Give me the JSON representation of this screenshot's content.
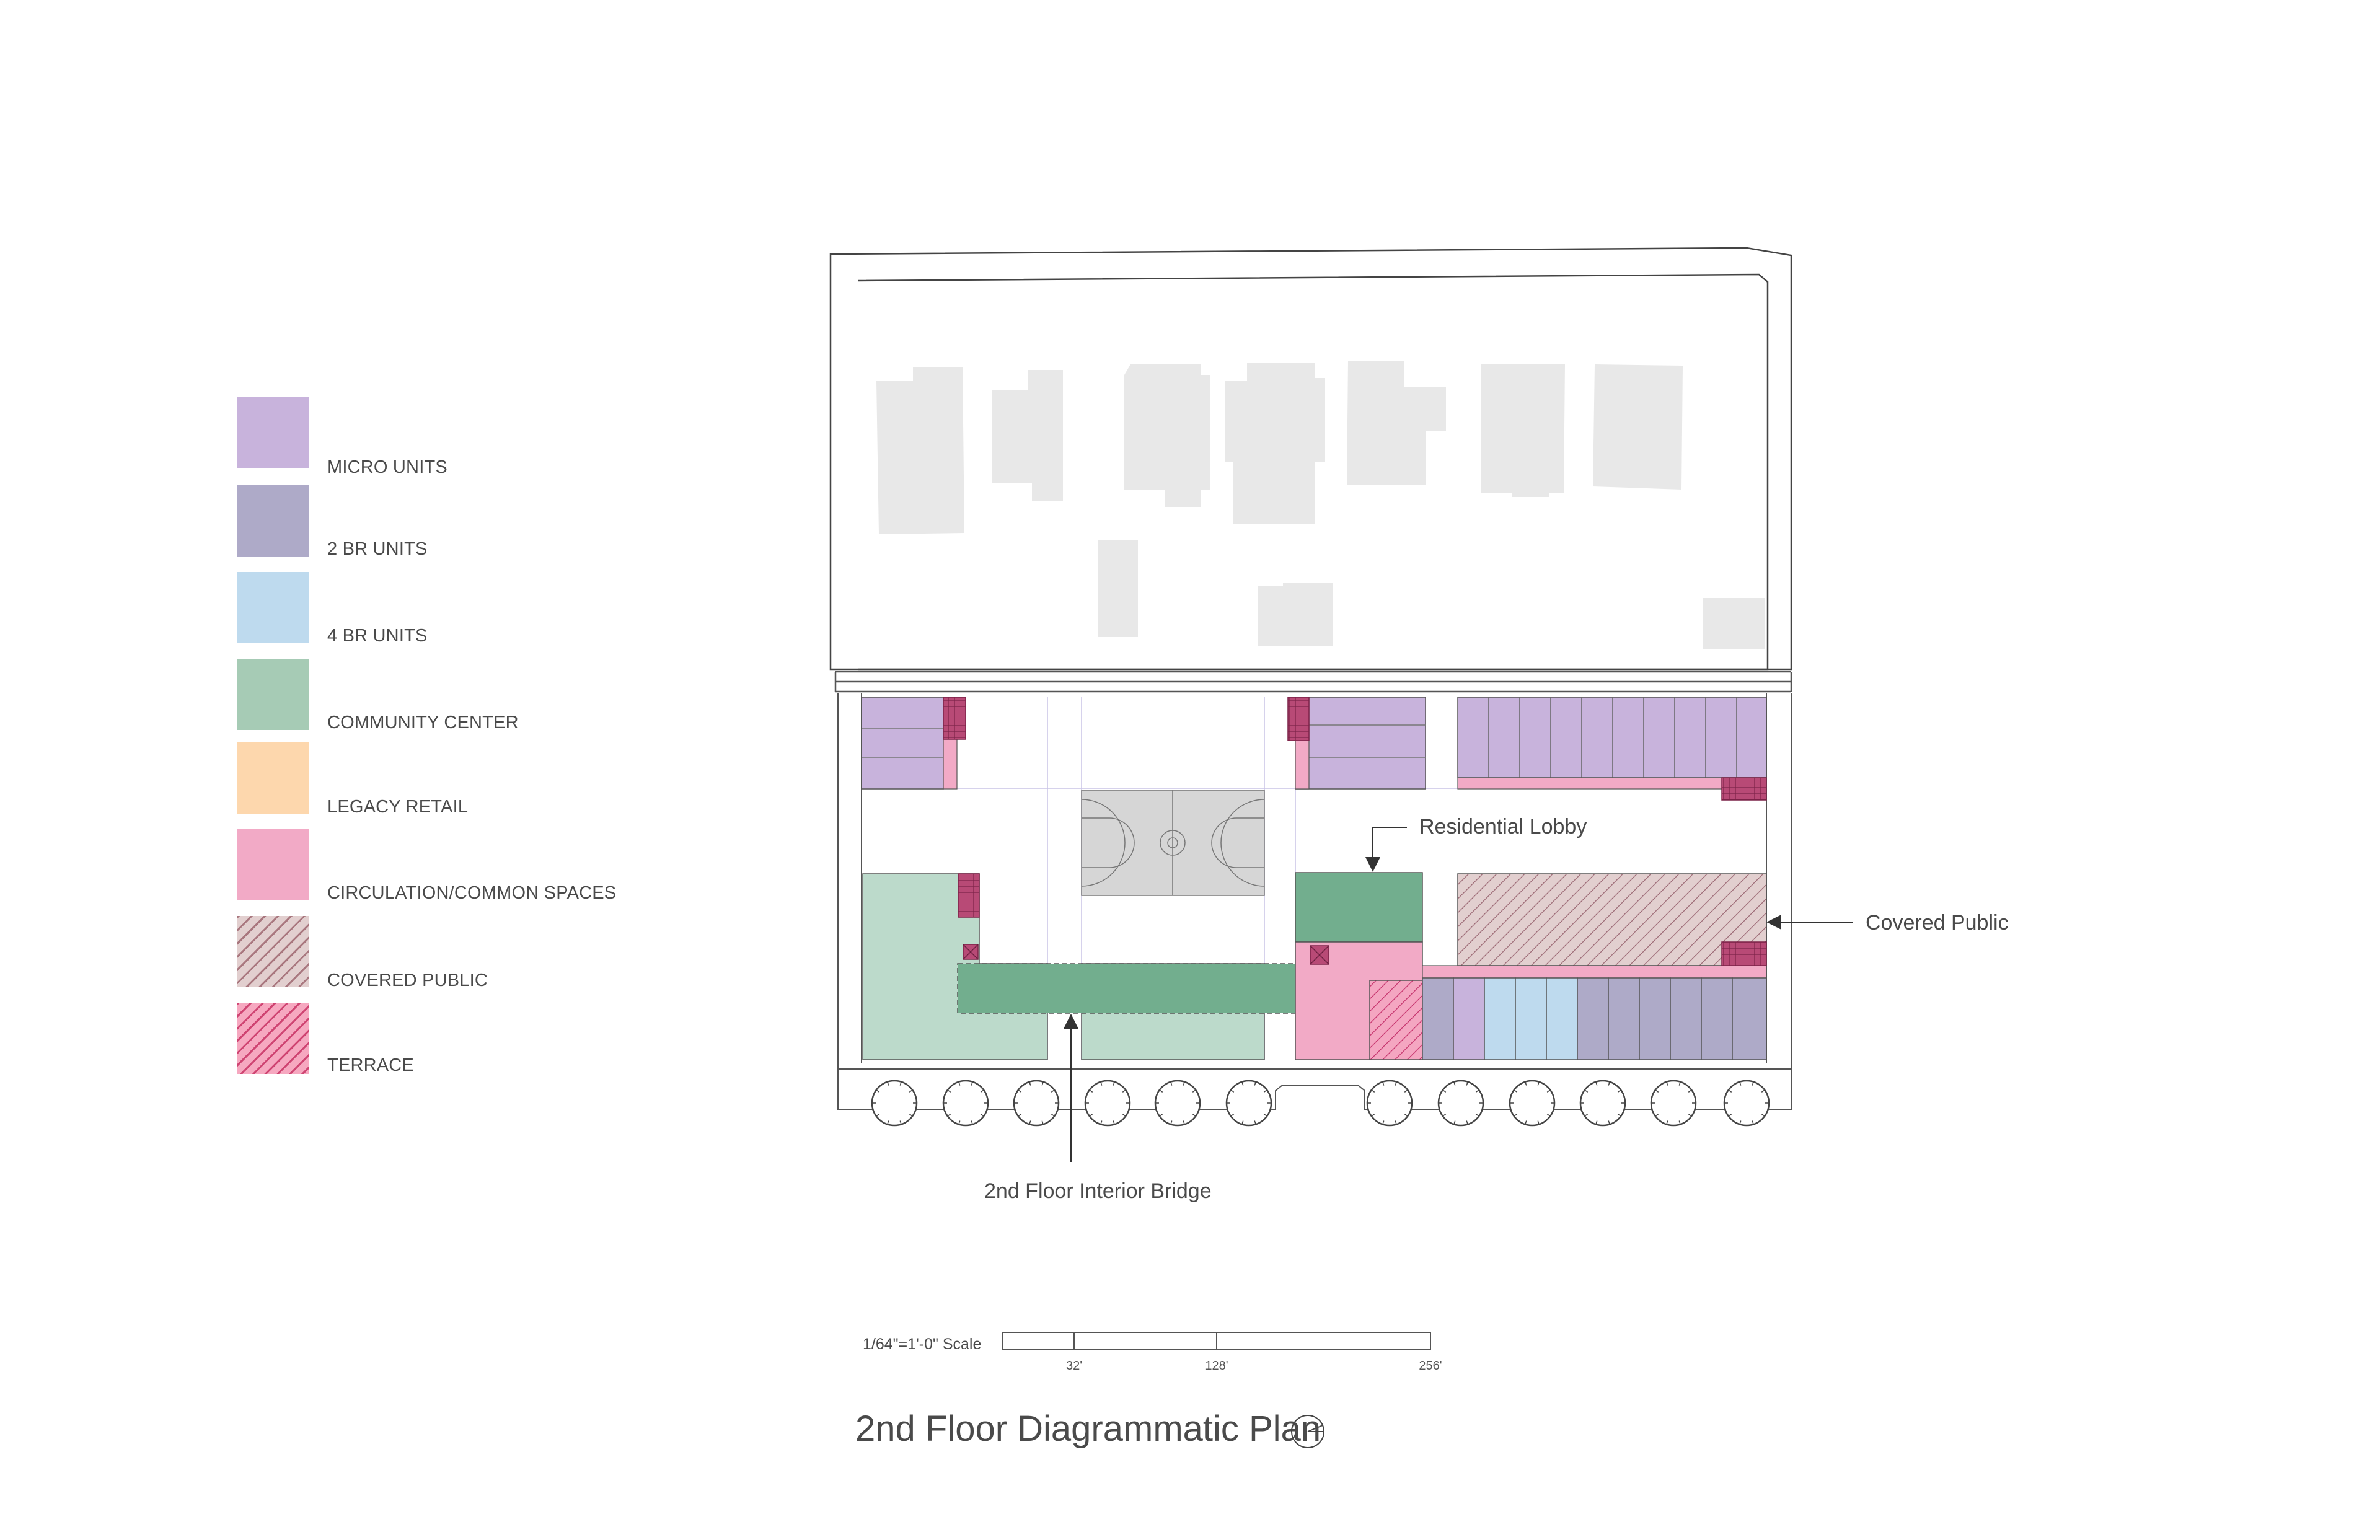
{
  "legend": {
    "items": [
      {
        "label": "MICRO UNITS",
        "color": "#c8b3dc"
      },
      {
        "label": "2 BR UNITS",
        "color": "#aeaac8"
      },
      {
        "label": "4 BR UNITS",
        "color": "#bedaee"
      },
      {
        "label": "COMMUNITY CENTER",
        "color": "#a6cbb5"
      },
      {
        "label": "LEGACY RETAIL",
        "color": "#fdd7ad"
      },
      {
        "label": "CIRCULATION/COMMON SPACES",
        "color": "#f2aac6"
      },
      {
        "label": "COVERED PUBLIC",
        "color": "#e2cfcf"
      },
      {
        "label": "TERRACE",
        "color": "#f6a8c0"
      }
    ]
  },
  "annotations": {
    "residential_lobby": "Residential Lobby",
    "covered_public": "Covered Public",
    "interior_bridge": "2nd Floor Interior Bridge"
  },
  "scale": {
    "label": "1/64\"=1'-0\" Scale",
    "ticks": [
      "32'",
      "128'",
      "256'"
    ]
  },
  "title": "2nd Floor Diagrammatic Plan",
  "colors": {
    "micro": "#c8b3dc",
    "two_br": "#aeaac8",
    "four_br": "#bedaee",
    "community": "#a6cbb5",
    "community_dark": "#72ae8e",
    "circulation": "#f2aac6",
    "stair": "#b84a76",
    "building_gray": "#e8e8e8",
    "court_gray": "#d6d6d6",
    "line": "#555555"
  }
}
